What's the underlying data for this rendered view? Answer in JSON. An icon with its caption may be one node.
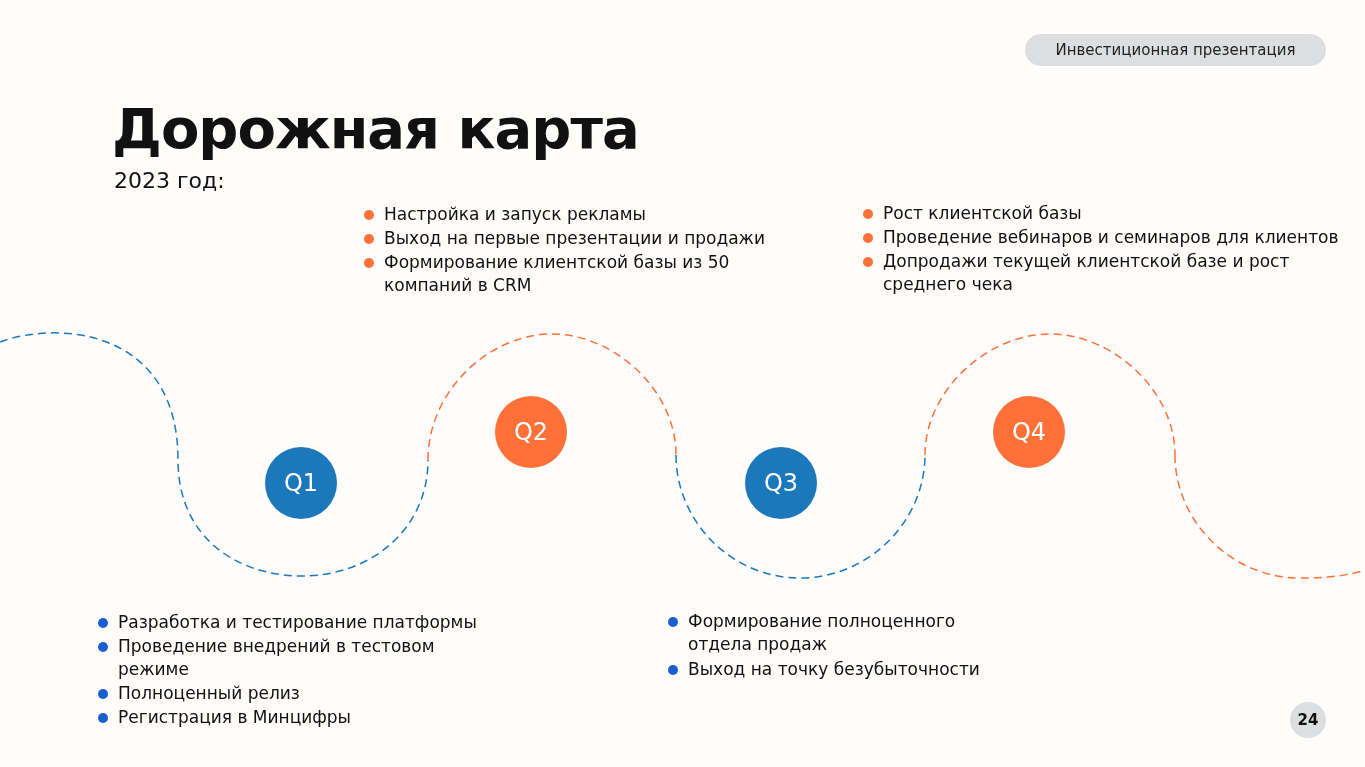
{
  "diagram": {
    "title": "Дорожная карта",
    "nodes": [
      {
        "text": [
          "Q1"
        ]
      },
      {
        "text": [
          "Q2"
        ]
      },
      {
        "text": [
          "Q3"
        ]
      },
      {
        "text": [
          "Q4"
        ]
      }
    ],
    "labels": [
      "Инвестиционная презентация",
      "2023 год:",
      "Настройка и запуск рекламы",
      "Выход на первые презентации и продажи",
      "Формирование клиентской базы из 50 компаний в CRM",
      "Рост клиентской базы",
      "Проведение вебинаров и семинаров для клиентов",
      "Допродажи текущей клиентской базе и рост среднего чека",
      "Разработка и тестирование платформы",
      "Проведение внедрений в тестовом режиме",
      "Полноценный релиз",
      "Регистрация в Минцифры",
      "Формирование полноценного отдела продаж",
      "Выход на точку безубыточности",
      "24"
    ]
  }
}
